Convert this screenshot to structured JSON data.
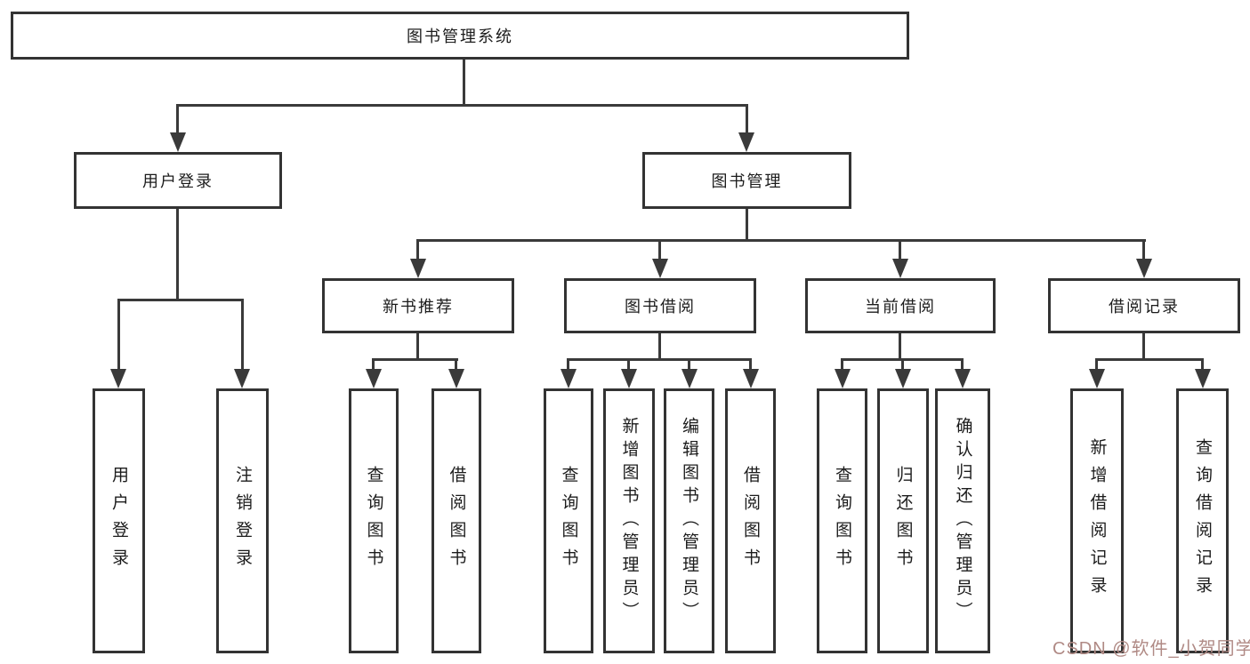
{
  "diagram": {
    "root": {
      "label": "图书管理系统"
    },
    "branches": [
      {
        "label": "用户登录",
        "children": [
          {
            "label": "用户登录"
          },
          {
            "label": "注销登录"
          }
        ]
      },
      {
        "label": "图书管理",
        "children": [
          {
            "label": "新书推荐",
            "children": [
              {
                "label": "查询图书"
              },
              {
                "label": "借阅图书"
              }
            ]
          },
          {
            "label": "图书借阅",
            "children": [
              {
                "label": "查询图书"
              },
              {
                "label": "新增图书（管理员）"
              },
              {
                "label": "编辑图书（管理员）"
              },
              {
                "label": "借阅图书"
              }
            ]
          },
          {
            "label": "当前借阅",
            "children": [
              {
                "label": "查询图书"
              },
              {
                "label": "归还图书"
              },
              {
                "label": "确认归还（管理员）"
              }
            ]
          },
          {
            "label": "借阅记录",
            "children": [
              {
                "label": "新增借阅记录"
              },
              {
                "label": "查询借阅记录"
              }
            ]
          }
        ]
      }
    ]
  },
  "watermark": {
    "text": "CSDN @软件_小贺同学",
    "color": "#b08a85"
  },
  "colors": {
    "background": "#ffffff",
    "line": "#3a3a3a",
    "box_border": "#333333",
    "text": "#1c1c1c"
  }
}
